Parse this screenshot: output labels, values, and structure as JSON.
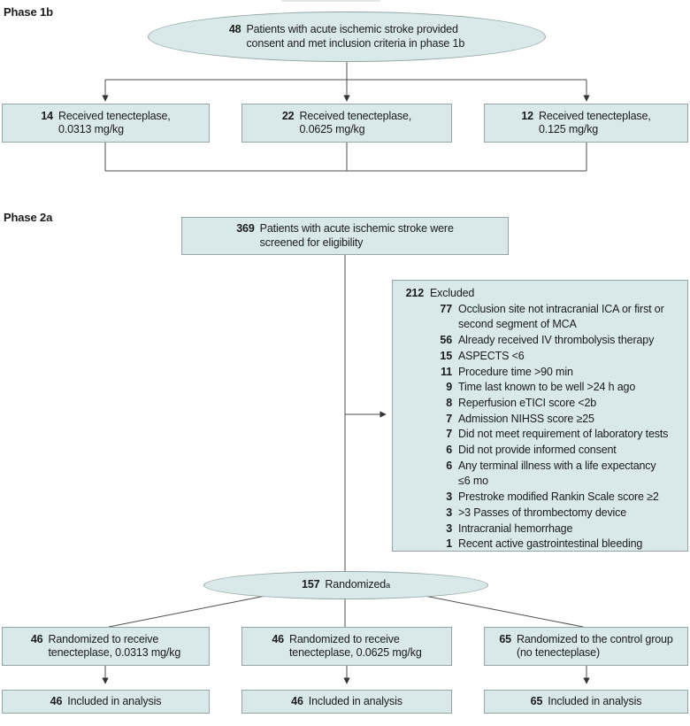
{
  "colors": {
    "box_fill": "#d9e8e8",
    "box_border": "#93a5a5",
    "line": "#4d4d4d",
    "text": "#1b1b1b"
  },
  "phase1b": {
    "label": "Phase 1b",
    "consented": {
      "num": "48",
      "text": "Patients with acute ischemic stroke provided\nconsent and met inclusion criteria in phase 1b"
    },
    "doses": [
      {
        "num": "14",
        "text": "Received tenecteplase,\n0.0313 mg/kg"
      },
      {
        "num": "22",
        "text": "Received tenecteplase,\n0.0625 mg/kg"
      },
      {
        "num": "12",
        "text": "Received tenecteplase,\n0.125 mg/kg"
      }
    ]
  },
  "phase2a": {
    "label": "Phase 2a",
    "screened": {
      "num": "369",
      "text": "Patients with acute ischemic stroke were\nscreened for eligibility"
    },
    "excluded": {
      "title": {
        "num": "212",
        "text": "Excluded"
      },
      "reasons": [
        {
          "num": "77",
          "text": "Occlusion site not intracranial ICA or first or\nsecond segment of MCA"
        },
        {
          "num": "56",
          "text": "Already received IV thrombolysis therapy"
        },
        {
          "num": "15",
          "text": "ASPECTS <6"
        },
        {
          "num": "11",
          "text": "Procedure time >90 min"
        },
        {
          "num": "9",
          "text": "Time last known to be well >24 h ago"
        },
        {
          "num": "8",
          "text": "Reperfusion eTICI score <2b"
        },
        {
          "num": "7",
          "text": "Admission NIHSS score ≥25"
        },
        {
          "num": "7",
          "text": "Did not meet requirement of laboratory tests"
        },
        {
          "num": "6",
          "text": "Did not provide informed consent"
        },
        {
          "num": "6",
          "text": "Any terminal illness with a life expectancy\n≤6 mo"
        },
        {
          "num": "3",
          "text": "Prestroke modified Rankin Scale score ≥2"
        },
        {
          "num": "3",
          "text": ">3 Passes of thrombectomy device"
        },
        {
          "num": "3",
          "text": "Intracranial hemorrhage"
        },
        {
          "num": "1",
          "text": "Recent active gastrointestinal bleeding"
        }
      ]
    },
    "randomized": {
      "num": "157",
      "label": "Randomized",
      "footnote": "a"
    },
    "arms": [
      {
        "num": "46",
        "text": "Randomized to receive\ntenecteplase, 0.0313 mg/kg"
      },
      {
        "num": "46",
        "text": "Randomized to receive\ntenecteplase, 0.0625 mg/kg"
      },
      {
        "num": "65",
        "text": "Randomized to the control group\n(no tenecteplase)"
      }
    ],
    "analysis": [
      {
        "num": "46",
        "text": "Included in analysis"
      },
      {
        "num": "46",
        "text": "Included in analysis"
      },
      {
        "num": "65",
        "text": "Included in analysis"
      }
    ]
  }
}
